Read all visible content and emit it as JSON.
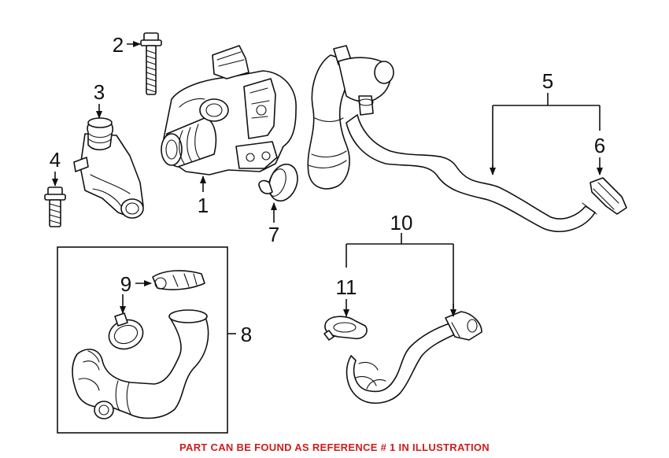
{
  "labels": {
    "l1": "1",
    "l2": "2",
    "l3": "3",
    "l4": "4",
    "l5": "5",
    "l6": "6",
    "l7": "7",
    "l8": "8",
    "l9": "9",
    "l10": "10",
    "l11": "11"
  },
  "footer": {
    "text": "PART CAN BE FOUND AS REFERENCE # 1 IN ILLUSTRATION",
    "color": "#d01c1c"
  }
}
